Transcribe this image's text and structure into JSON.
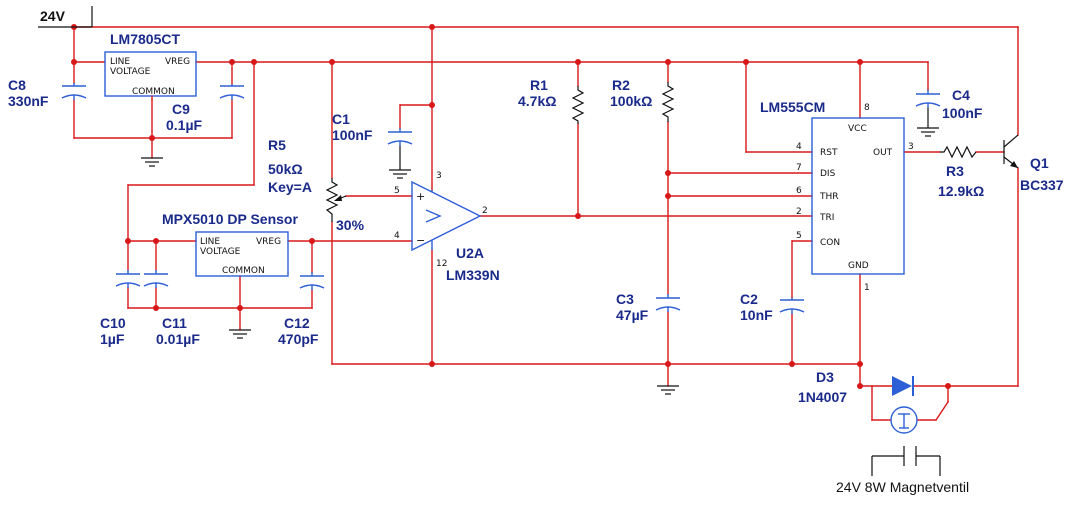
{
  "power_rail": "24V",
  "components": {
    "C8": {
      "ref": "C8",
      "value": "330nF"
    },
    "C9": {
      "ref": "C9",
      "value": "0.1µF"
    },
    "C1": {
      "ref": "C1",
      "value": "100nF"
    },
    "R5": {
      "ref": "R5",
      "value": "50kΩ",
      "key": "Key=A",
      "setting": "30%"
    },
    "R1": {
      "ref": "R1",
      "value": "4.7kΩ"
    },
    "R2": {
      "ref": "R2",
      "value": "100kΩ"
    },
    "C4": {
      "ref": "C4",
      "value": "100nF"
    },
    "R3": {
      "ref": "R3",
      "value": "12.9kΩ"
    },
    "Q1": {
      "ref": "Q1",
      "value": "BC337"
    },
    "C10": {
      "ref": "C10",
      "value": "1µF"
    },
    "C11": {
      "ref": "C11",
      "value": "0.01µF"
    },
    "C12": {
      "ref": "C12",
      "value": "470pF"
    },
    "C3": {
      "ref": "C3",
      "value": "47µF"
    },
    "C2": {
      "ref": "C2",
      "value": "10nF"
    },
    "D3": {
      "ref": "D3",
      "value": "1N4007"
    },
    "U2A": {
      "ref": "U2A",
      "value": "LM339N"
    },
    "U1": {
      "value": "LM555CM"
    },
    "REG1": {
      "value": "LM7805CT"
    },
    "SENSOR": {
      "value": "MPX5010 DP Sensor"
    },
    "VALVE": {
      "value": "24V 8W Magnetventil"
    }
  },
  "regulator_labels": {
    "line": "LINE",
    "voltage": "VOLTAGE",
    "vreg": "VREG",
    "common": "COMMON"
  },
  "timer_pins": {
    "vcc": "VCC",
    "rst": "RST",
    "out": "OUT",
    "dis": "DIS",
    "thr": "THR",
    "tri": "TRI",
    "con": "CON",
    "gnd": "GND",
    "n_vcc": "8",
    "n_rst": "4",
    "n_out": "3",
    "n_dis": "7",
    "n_thr": "6",
    "n_tri": "2",
    "n_con": "5",
    "n_gnd": "1"
  },
  "comparator_pins": {
    "plus": "+",
    "minus": "−",
    "n_plus": "5",
    "n_minus": "4",
    "n_out": "2",
    "n_vcc": "3",
    "n_gnd": "12"
  }
}
